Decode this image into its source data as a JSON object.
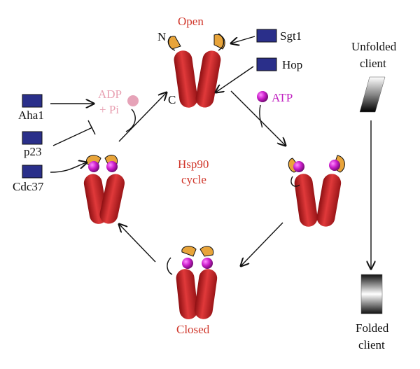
{
  "states": {
    "open": "Open",
    "closed": "Closed"
  },
  "center": {
    "line1": "Hsp90",
    "line2": "cycle"
  },
  "terminals": {
    "n": "N",
    "c": "C"
  },
  "cochaperones": {
    "sgt1": "Sgt1",
    "hop": "Hop",
    "aha1": "Aha1",
    "p23": "p23",
    "cdc37": "Cdc37"
  },
  "nucleotides": {
    "atp": "ATP",
    "adp_line1": "ADP",
    "adp_line2": "+ Pi"
  },
  "client": {
    "unfolded_line1": "Unfolded",
    "unfolded_line2": "client",
    "folded_line1": "Folded",
    "folded_line2": "client"
  },
  "colors": {
    "hsp90": "#c9262a",
    "ntd_cap": "#e8a43a",
    "atp": "#cc1fcc",
    "adp": "#e6a3b8",
    "cochaperone_box": "#2a2f8a",
    "label_red": "#d0362a"
  }
}
